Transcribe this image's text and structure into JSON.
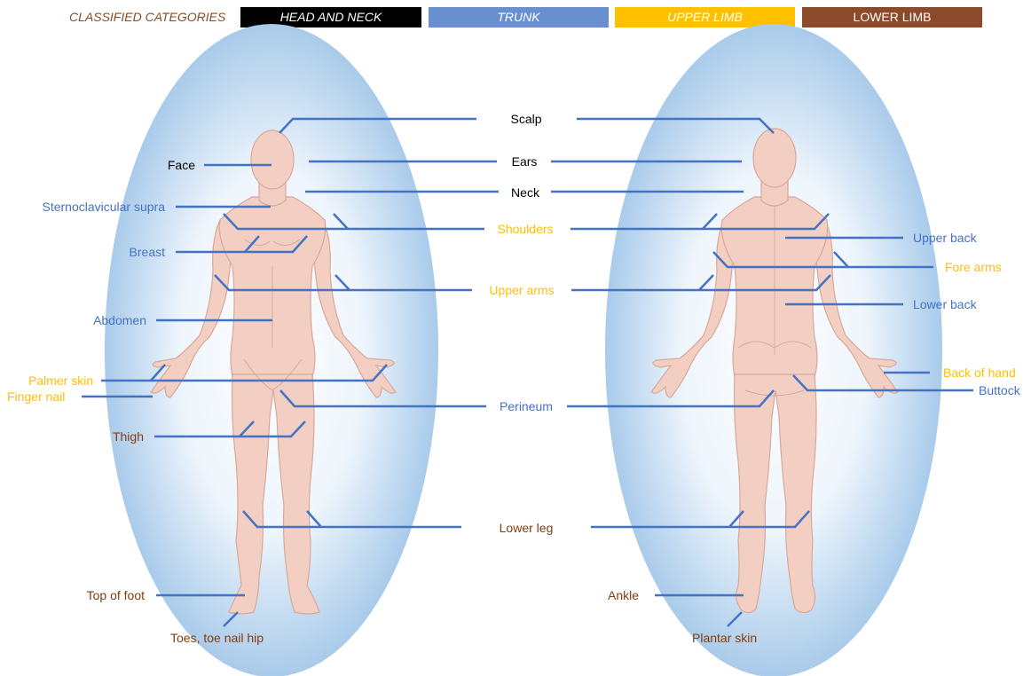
{
  "legend": {
    "title": "CLASSIFIED CATEGORIES",
    "head_and_neck": "HEAD AND NECK",
    "trunk": "TRUNK",
    "upper_limb": "UPPER LIMB",
    "lower_limb": "LOWER LIMB",
    "colors": {
      "head_and_neck": "#000000",
      "trunk": "#4472c4",
      "upper_limb": "#ffc000",
      "lower_limb": "#843c0c"
    }
  },
  "labels": {
    "scalp": "Scalp",
    "face": "Face",
    "ears": "Ears",
    "neck": "Neck",
    "sternoclavicular_supra": "Sternoclavicular supra",
    "shoulders": "Shoulders",
    "breast": "Breast",
    "upper_back": "Upper back",
    "fore_arms": "Fore arms",
    "upper_arms": "Upper arms",
    "abdomen": "Abdomen",
    "lower_back": "Lower back",
    "back_of_hand": "Back of hand",
    "palmer_skin": "Palmer skin",
    "buttock": "Buttock",
    "finger_nail": "Finger nail",
    "perineum": "Perineum",
    "thigh": "Thigh",
    "lower_leg": "Lower leg",
    "top_of_foot": "Top of foot",
    "ankle": "Ankle",
    "toes_toe_nail_hip": "Toes, toe nail hip",
    "plantar_skin": "Plantar skin"
  }
}
